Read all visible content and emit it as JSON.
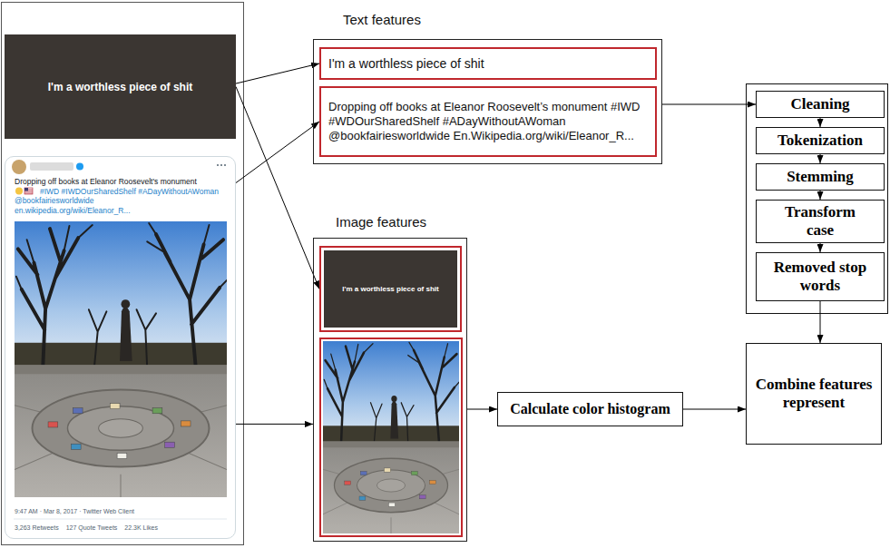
{
  "diagram": {
    "nodes": [
      {
        "text": [
          "I'm a worthless piece of shit"
        ]
      },
      {
        "text": [
          "Dropping off books at Eleanor Roosevelt's monument",
          "#IWD #IWDOurSharedShelf #ADayWithoutAWoman @bookfairiesworldwide",
          "en.wikipedia.org/wiki/Eleanor_R...",
          "9:47 AM · Mar 8, 2017 · Twitter Web Client",
          "3,263 Retweets",
          "127 Quote Tweets",
          "22.3K Likes"
        ]
      },
      {
        "text": [
          "Text features"
        ]
      },
      {
        "text": [
          "I'm a worthless piece of shit"
        ],
        "in": 2
      },
      {
        "text": [
          "Dropping off books at Eleanor Roosevelt’s monument #IWD #WDOurSharedShelf #ADayWithoutAWoman @bookfairiesworldwide En.Wikipedia.org/wiki/Eleanor_R..."
        ],
        "in": 2
      },
      {
        "text": [
          "Image features"
        ]
      },
      {
        "text": [
          "I'm a worthless piece of shit"
        ],
        "in": 5
      },
      {
        "text": [
          "Cleaning"
        ]
      },
      {
        "text": [
          "Tokenization"
        ]
      },
      {
        "text": [
          "Stemming"
        ]
      },
      {
        "text": [
          "Transform case"
        ]
      },
      {
        "text": [
          "Removed stop words"
        ]
      },
      {
        "text": [
          "Calculate color histogram"
        ]
      },
      {
        "text": [
          "Combine features represent"
        ]
      }
    ],
    "edges": [
      {
        "from": 0,
        "to": 3,
        "arrow": "to"
      },
      {
        "from": 0,
        "to": 6,
        "arrow": "to"
      },
      {
        "from": 1,
        "to": 4,
        "arrow": "to"
      },
      {
        "from": 1,
        "to": 5,
        "arrow": "to"
      },
      {
        "from": 2,
        "to": 7,
        "arrow": "to"
      },
      {
        "from": 7,
        "to": 8,
        "arrow": "to"
      },
      {
        "from": 8,
        "to": 9,
        "arrow": "to"
      },
      {
        "from": 9,
        "to": 10,
        "arrow": "to"
      },
      {
        "from": 10,
        "to": 11,
        "arrow": "to"
      },
      {
        "from": 11,
        "to": 13,
        "arrow": "to"
      },
      {
        "from": 5,
        "to": 12,
        "arrow": "to"
      },
      {
        "from": 12,
        "to": 13,
        "arrow": "to"
      }
    ]
  }
}
